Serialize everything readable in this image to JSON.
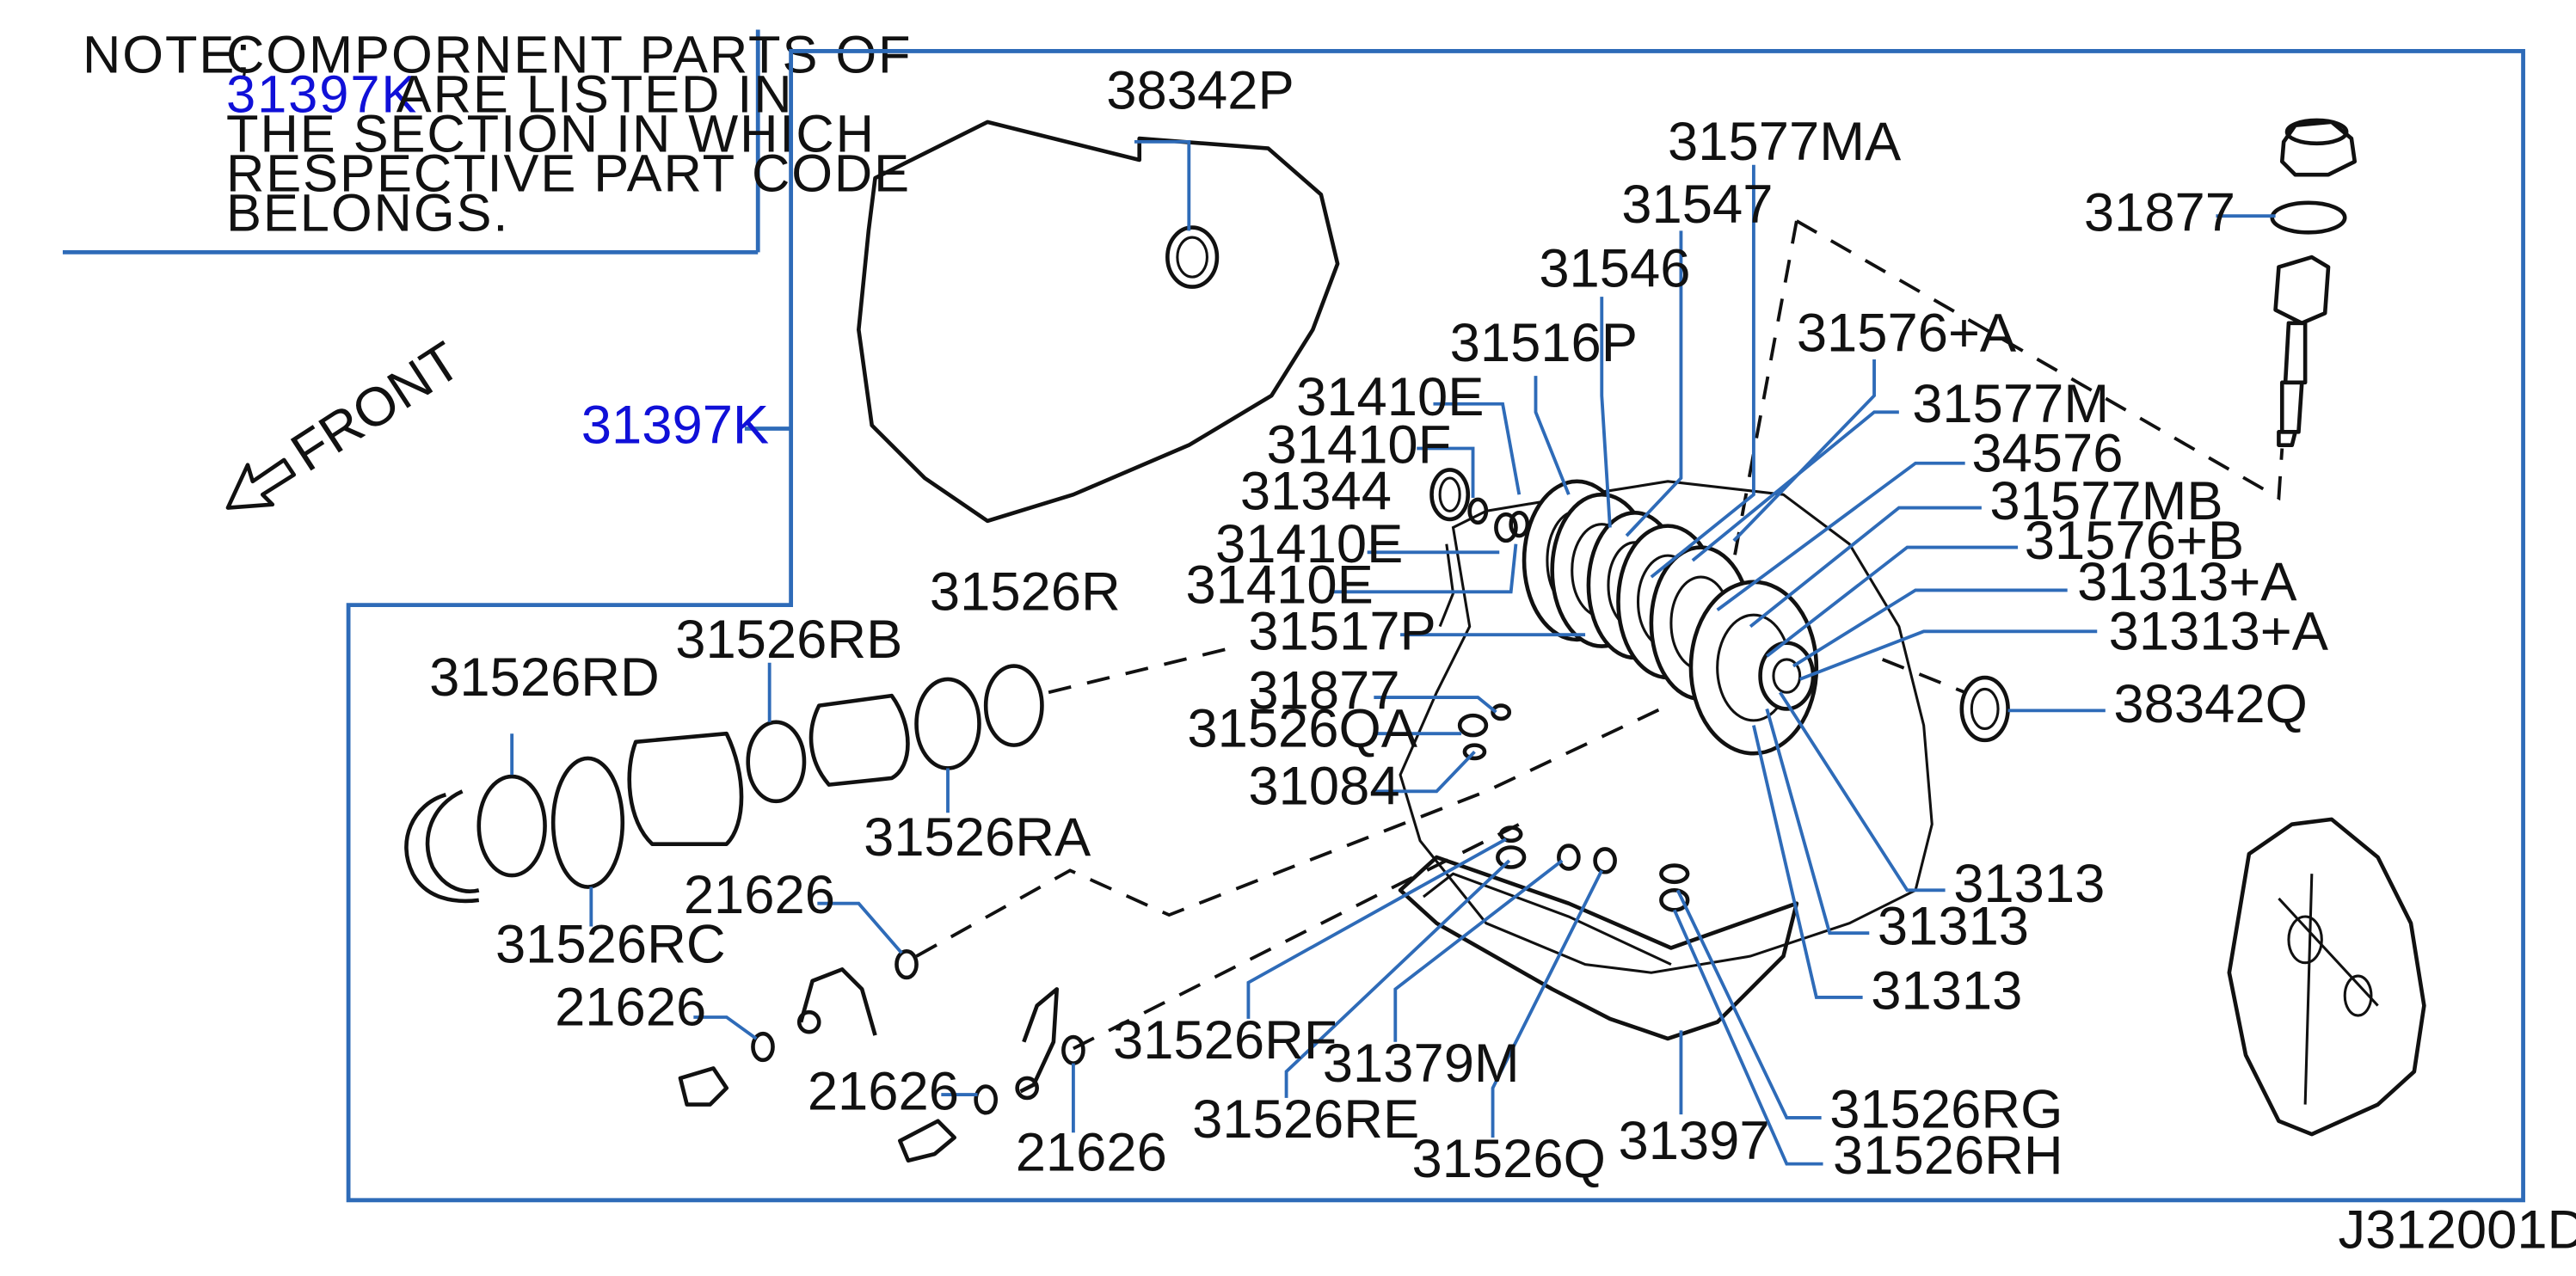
{
  "note": {
    "prefix": "NOTE;",
    "line1": "COMPORNENT PARTS OF",
    "line2_code": "31397K",
    "line2_rest": "ARE LISTED IN",
    "line3": "THE SECTION IN WHICH",
    "line4": "RESPECTIVE PART CODE",
    "line5": "BELONGS."
  },
  "front_label": "FRONT",
  "assembly_code": "31397K",
  "diagram_code": "J312001D",
  "colors": {
    "leader": "#2e6bb8",
    "link_text": "#1010d8",
    "line_art": "#111111"
  },
  "parts": {
    "p38342P": "38342P",
    "p31577MA": "31577MA",
    "p31547": "31547",
    "p31877_top": "31877",
    "p31546": "31546",
    "p31576A": "31576+A",
    "p31516P": "31516P",
    "p31410E_1": "31410E",
    "p31577M": "31577M",
    "p31410F": "31410F",
    "p34576": "34576",
    "p31344": "31344",
    "p31577MB": "31577MB",
    "p31410E_2": "31410E",
    "p31576B": "31576+B",
    "p31410E_3": "31410E",
    "p31313A_1": "31313+A",
    "p31526R": "31526R",
    "p31517P": "31517P",
    "p31313A_2": "31313+A",
    "p31526RB": "31526RB",
    "p31526RD": "31526RD",
    "p31877_mid": "31877",
    "p38342Q": "38342Q",
    "p31526QA": "31526QA",
    "p31084": "31084",
    "p31526RA": "31526RA",
    "p31313_1": "31313",
    "p21626_1": "21626",
    "p31313_2": "31313",
    "p31526RC": "31526RC",
    "p31313_3": "31313",
    "p21626_2": "21626",
    "p31526RF": "31526RF",
    "p31379M": "31379M",
    "p21626_3": "21626",
    "p31526RG": "31526RG",
    "p31526RE": "31526RE",
    "p31397": "31397",
    "p21626_4": "21626",
    "p31526Q": "31526Q",
    "p31526RH": "31526RH"
  }
}
